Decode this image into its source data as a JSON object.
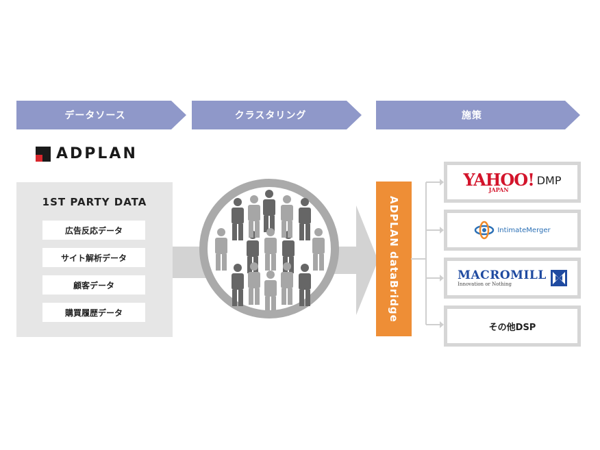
{
  "steps": [
    {
      "label": "データソース"
    },
    {
      "label": "クラスタリング"
    },
    {
      "label": "施策"
    }
  ],
  "logo": {
    "text": "ADPLAN"
  },
  "data_panel": {
    "title": "1ST PARTY DATA",
    "items": [
      "広告反応データ",
      "サイト解析データ",
      "顧客データ",
      "購買履歴データ"
    ]
  },
  "bridge": {
    "label": "ADPLAN dataBridge"
  },
  "partners": {
    "yahoo": {
      "brand": "YAHOO!",
      "sub": "JAPAN",
      "suffix": "DMP"
    },
    "intimate": {
      "name": "IntimateMerger"
    },
    "macromill": {
      "name": "MACROMILL",
      "tagline": "Innovation or Nothing"
    },
    "other": {
      "label": "その他DSP"
    }
  },
  "colors": {
    "step_header": "#8f98c9",
    "bridge": "#ee8e36",
    "ring": "#aaaaaa",
    "yahoo_red": "#d3142b",
    "macromill_blue": "#1f4aa0"
  }
}
